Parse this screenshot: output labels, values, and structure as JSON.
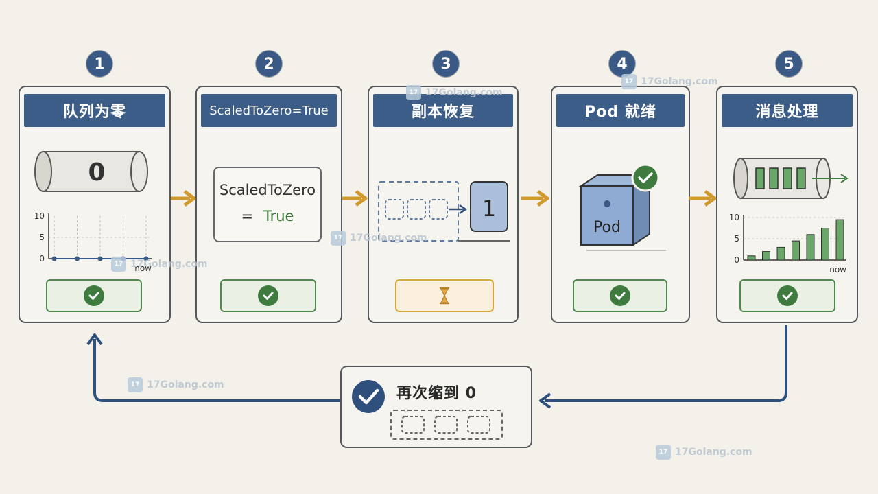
{
  "steps": [
    {
      "number": "1",
      "title": "队列为零",
      "queue_value": "0",
      "axis_ticks": [
        "10",
        "5",
        "0"
      ],
      "axis_now": "now"
    },
    {
      "number": "2",
      "title": "ScaledToZero=True",
      "box_line1": "ScaledToZero",
      "box_line2_eq": "=",
      "box_line2_val": "True"
    },
    {
      "number": "3",
      "title": "副本恢复",
      "replica_value": "1"
    },
    {
      "number": "4",
      "title": "Pod 就绪",
      "pod_label": "Pod"
    },
    {
      "number": "5",
      "title": "消息处理",
      "axis_ticks": [
        "10",
        "5",
        "0"
      ],
      "axis_now": "now"
    }
  ],
  "footer": {
    "title": "再次缩到 0"
  },
  "watermark": {
    "text": "17Golang.com",
    "logo": "17"
  },
  "chart_data": [
    {
      "type": "line",
      "x": [
        1,
        2,
        3,
        4,
        5
      ],
      "y": [
        0,
        0,
        0,
        0,
        0
      ],
      "ylim": [
        0,
        10
      ],
      "yticks": [
        0,
        5,
        10
      ],
      "xlabel": "now"
    },
    {
      "type": "bar",
      "values": [
        1,
        2,
        3,
        4.5,
        6,
        7.5,
        9.5
      ],
      "ylim": [
        0,
        10
      ],
      "yticks": [
        0,
        5,
        10
      ],
      "xlabel": "now"
    }
  ],
  "colors": {
    "title_bg": "#3c5d88",
    "ok_green": "#3f7a3f",
    "wait_amber": "#d9a63a",
    "arrow_amber": "#d19a2e",
    "loop_blue": "#2f4f7c"
  },
  "icons": {
    "check": "check-icon",
    "hourglass": "hourglass-icon",
    "cylinder": "queue-cylinder-icon",
    "cube": "pod-cube-icon"
  }
}
